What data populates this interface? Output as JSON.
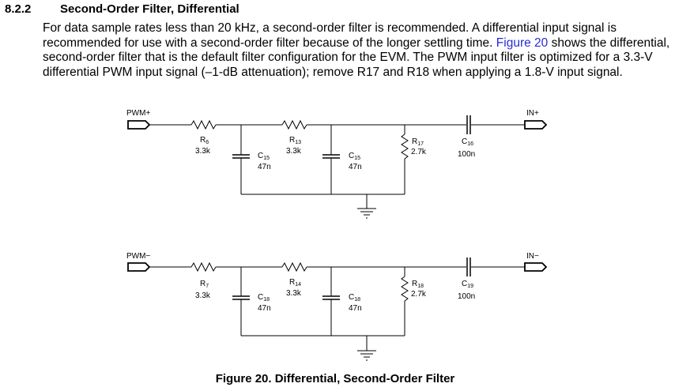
{
  "section": {
    "number": "8.2.2",
    "title": "Second-Order Filter, Differential"
  },
  "paragraph": {
    "part1": "For data sample rates less than 20 kHz, a second-order filter is recommended. A differential input signal is recommended for use with a second-order filter because of the longer settling time. ",
    "link": "Figure 20",
    "part2": " shows the differential, second-order filter that is the default filter configuration for the EVM. The PWM input filter is optimized for a 3.3-V differential PWM input signal (–1-dB attenuation); remove R17 and R18 when applying a 1.8-V input signal."
  },
  "schematic": {
    "top": {
      "input": "PWM+",
      "output": "IN+",
      "r1": {
        "name": "R",
        "sub": "6",
        "value": "3.3k"
      },
      "c1": {
        "name": "C",
        "sub": "15",
        "value": "47n"
      },
      "r2": {
        "name": "R",
        "sub": "13",
        "value": "3.3k"
      },
      "c2": {
        "name": "C",
        "sub": "15",
        "value": "47n"
      },
      "r3": {
        "name": "R",
        "sub": "17",
        "value": "2.7k"
      },
      "c3": {
        "name": "C",
        "sub": "16",
        "value": "100n"
      }
    },
    "bottom": {
      "input": "PWM−",
      "output": "IN−",
      "r1": {
        "name": "R",
        "sub": "7",
        "value": "3.3k"
      },
      "c1": {
        "name": "C",
        "sub": "18",
        "value": "47n"
      },
      "r2": {
        "name": "R",
        "sub": "14",
        "value": "3.3k"
      },
      "c2": {
        "name": "C",
        "sub": "18",
        "value": "47n"
      },
      "r3": {
        "name": "R",
        "sub": "18",
        "value": "2.7k"
      },
      "c3": {
        "name": "C",
        "sub": "19",
        "value": "100n"
      }
    }
  },
  "caption": "Figure 20. Differential, Second-Order Filter"
}
